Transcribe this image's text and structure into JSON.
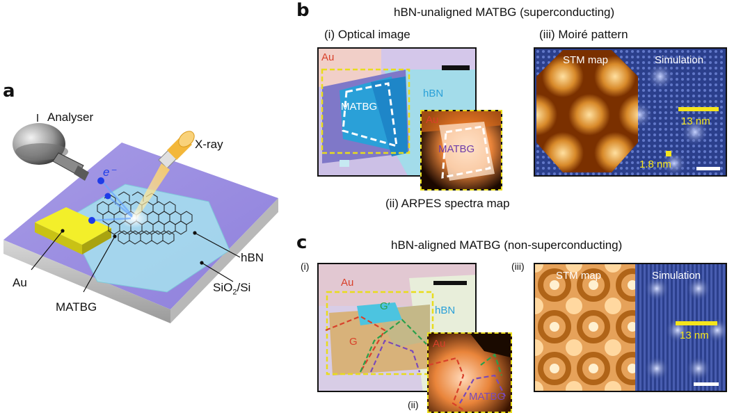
{
  "panel_a": {
    "letter": "a",
    "labels": {
      "analyser": "Analyser",
      "electron": "e⁻",
      "xray": "X-ray",
      "hbn": "hBN",
      "au": "Au",
      "sio2_prefix": "SiO",
      "sio2_sub": "2",
      "sio2_suffix": "/Si",
      "matbg": "MATBG"
    }
  },
  "panel_b": {
    "letter": "b",
    "title": "hBN-unaligned MATBG (superconducting)",
    "sub_i": "(i) Optical image",
    "sub_ii": "(ii) ARPES spectra map",
    "sub_iii": "(iii) Moiré pattern",
    "optical": {
      "au": "Au",
      "hbn": "hBN",
      "matbg": "MATBG"
    },
    "arpes": {
      "au": "Au",
      "matbg": "MATBG"
    },
    "moire": {
      "stm": "STM map",
      "sim": "Simulation",
      "scale1": "13 nm",
      "scale2": "1.8 nm"
    }
  },
  "panel_c": {
    "letter": "c",
    "title": "hBN-aligned MATBG (non-superconducting)",
    "sub_i": "(i)",
    "sub_ii": "(ii)",
    "sub_iii": "(iii)",
    "optical": {
      "au": "Au",
      "hbn": "hBN",
      "g": "G",
      "gprime": "G′"
    },
    "arpes": {
      "au": "Au",
      "matbg": "MATBG"
    },
    "moire": {
      "stm": "STM map",
      "sim": "Simulation",
      "scale": "13 nm"
    }
  },
  "colors": {
    "purple": "#9c8fe0",
    "hbn_blue": "#9fdce8",
    "au_yellow": "#f3ef2a",
    "stm_orange": "#c8761c",
    "sim_blue": "#2b3f8c",
    "scale_yellow": "#f5e51c",
    "dash_yellow": "#e8dc1c",
    "au_red": "#d8402a"
  }
}
